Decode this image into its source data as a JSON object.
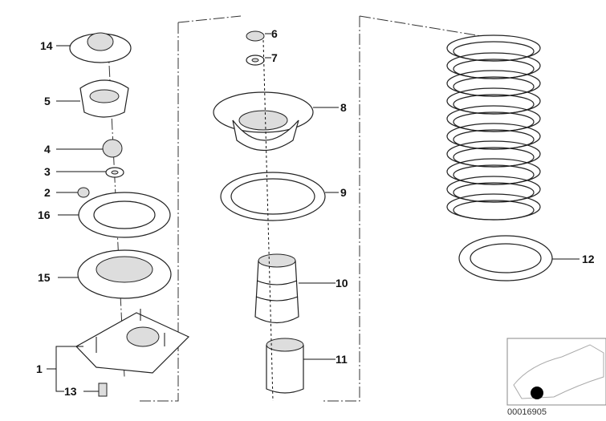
{
  "diagram": {
    "callouts": {
      "p1": "1",
      "p2": "2",
      "p3": "3",
      "p4": "4",
      "p5": "5",
      "p6": "6",
      "p7": "7",
      "p8": "8",
      "p9": "9",
      "p10": "10",
      "p11": "11",
      "p12": "12",
      "p13": "13",
      "p14": "14",
      "p15": "15",
      "p16": "16"
    },
    "reference_number": "00016905",
    "thumbnail_icon": "car-location-icon"
  }
}
